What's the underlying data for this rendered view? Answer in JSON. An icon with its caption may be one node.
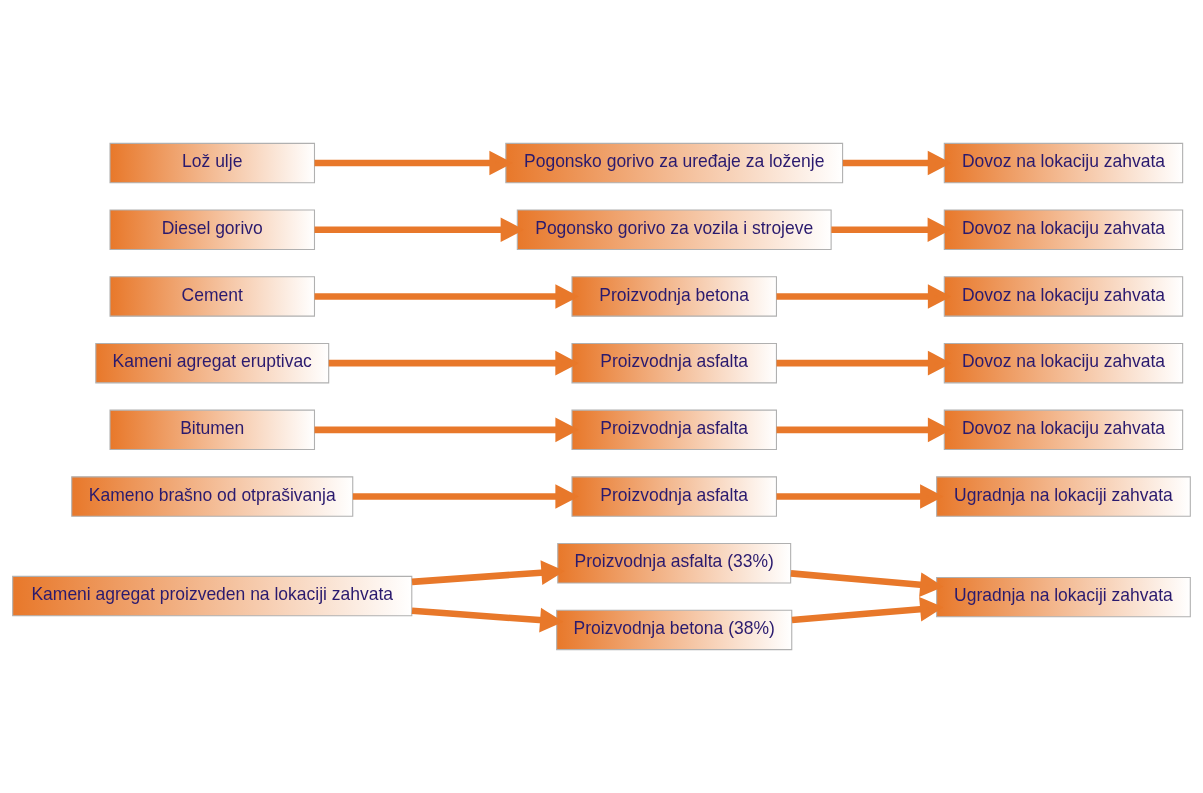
{
  "diagram": {
    "nodes": [
      {
        "text": [
          "Kameni agregat proizveden na lokaciji zahvata"
        ]
      },
      {
        "text": [
          "Proizvodnja asfalta (33%)"
        ]
      },
      {
        "text": [
          "Proizvodnja betona (38%)"
        ]
      },
      {
        "text": [
          "Ugradnja na lokaciji zahvata"
        ]
      },
      {
        "text": [
          "Kameno brašno od otprašivanja"
        ]
      },
      {
        "text": [
          "Proizvodnja asfalta"
        ]
      },
      {
        "text": [
          "Ugradnja na lokaciji zahvata"
        ]
      },
      {
        "text": [
          "Bitumen"
        ]
      },
      {
        "text": [
          "Proizvodnja asfalta"
        ]
      },
      {
        "text": [
          "Dovoz na lokaciju zahvata"
        ]
      },
      {
        "text": [
          "Kameni agregat eruptivac"
        ]
      },
      {
        "text": [
          "Proizvodnja asfalta"
        ]
      },
      {
        "text": [
          "Dovoz na lokaciju zahvata"
        ]
      },
      {
        "text": [
          "Cement"
        ]
      },
      {
        "text": [
          "Proizvodnja betona"
        ]
      },
      {
        "text": [
          "Dovoz na lokaciju zahvata"
        ]
      },
      {
        "text": [
          "Diesel gorivo"
        ]
      },
      {
        "text": [
          "Pogonsko gorivo za vozila i strojeve"
        ]
      },
      {
        "text": [
          "Dovoz na lokaciju zahvata"
        ]
      },
      {
        "text": [
          "Lož ulje"
        ]
      },
      {
        "text": [
          "Pogonsko gorivo za uređaje za loženje"
        ]
      },
      {
        "text": [
          "Dovoz na lokaciju zahvata"
        ]
      }
    ],
    "edges": [
      {
        "from": 0,
        "to": 1,
        "arrow": "to"
      },
      {
        "from": 0,
        "to": 2,
        "arrow": "to"
      },
      {
        "from": 1,
        "to": 3,
        "arrow": "to"
      },
      {
        "from": 2,
        "to": 3,
        "arrow": "to"
      },
      {
        "from": 4,
        "to": 5,
        "arrow": "to"
      },
      {
        "from": 5,
        "to": 6,
        "arrow": "to"
      },
      {
        "from": 7,
        "to": 8,
        "arrow": "to"
      },
      {
        "from": 8,
        "to": 9,
        "arrow": "to"
      },
      {
        "from": 10,
        "to": 11,
        "arrow": "to"
      },
      {
        "from": 11,
        "to": 12,
        "arrow": "to"
      },
      {
        "from": 13,
        "to": 14,
        "arrow": "to"
      },
      {
        "from": 14,
        "to": 15,
        "arrow": "to"
      },
      {
        "from": 16,
        "to": 17,
        "arrow": "to"
      },
      {
        "from": 17,
        "to": 18,
        "arrow": "to"
      },
      {
        "from": 19,
        "to": 20,
        "arrow": "to"
      },
      {
        "from": 20,
        "to": 21,
        "arrow": "to"
      }
    ]
  }
}
